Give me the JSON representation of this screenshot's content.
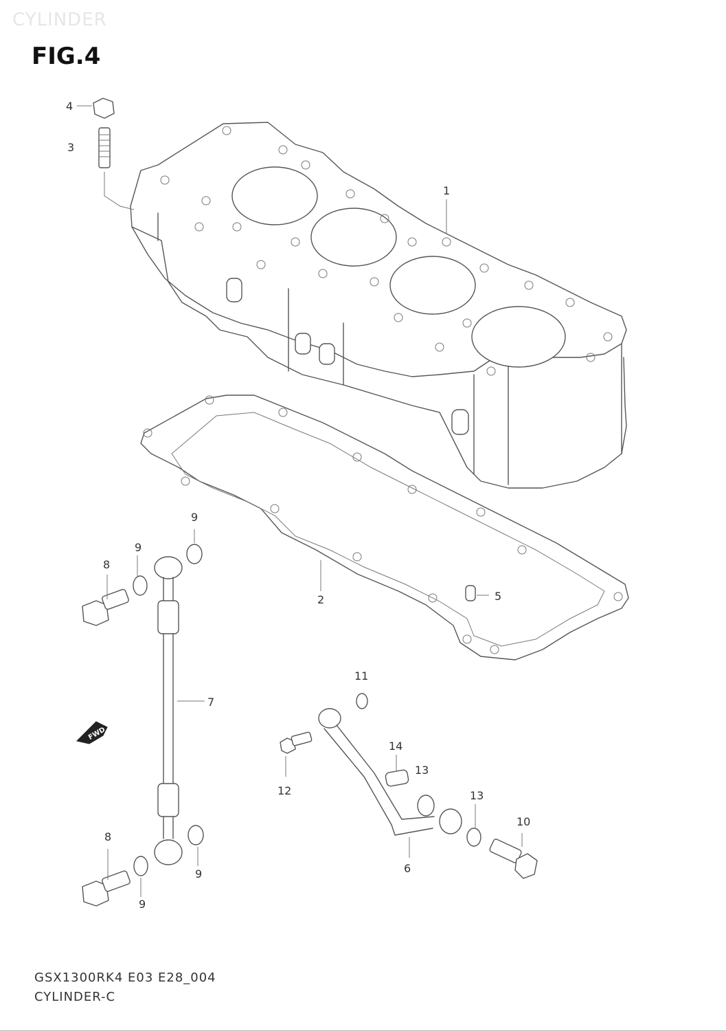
{
  "watermark": "CYLINDER",
  "figure": {
    "title": "FIG.4"
  },
  "callouts": {
    "c1": "1",
    "c2": "2",
    "c3": "3",
    "c4": "4",
    "c5": "5",
    "c6": "6",
    "c7": "7",
    "c8_top": "8",
    "c8_bottom": "8",
    "c9_a": "9",
    "c9_b": "9",
    "c9_c": "9",
    "c9_d": "9",
    "c10": "10",
    "c11": "11",
    "c12": "12",
    "c13_a": "13",
    "c13_b": "13",
    "c14": "14"
  },
  "fwd_label": "FWD",
  "footer": {
    "model_code": "GSX1300RK4 E03 E28_004",
    "section": "CYLINDER-C"
  }
}
